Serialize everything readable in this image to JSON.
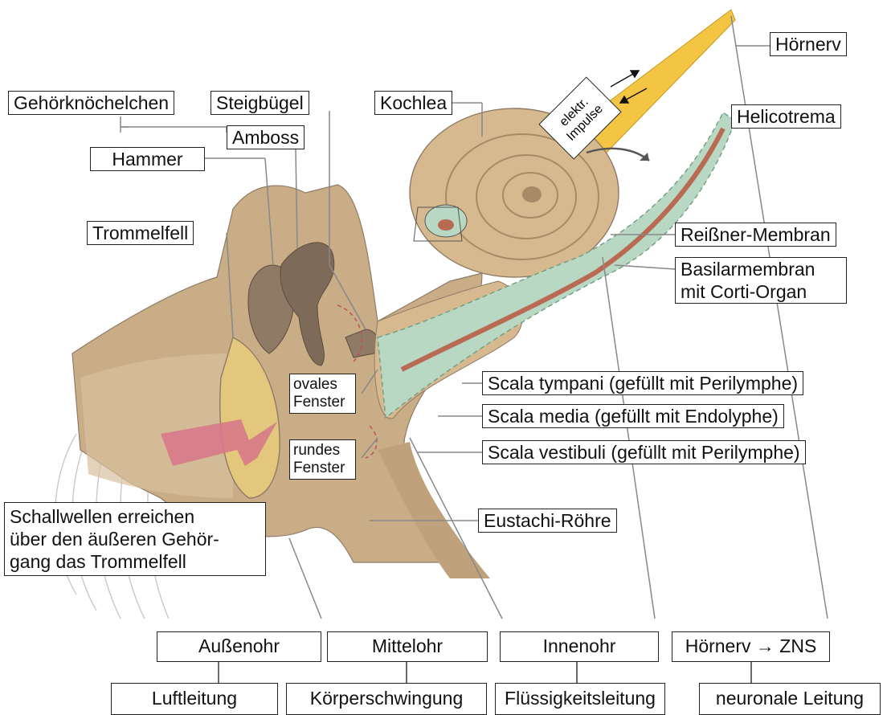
{
  "labels": {
    "hoernerv": "Hörnerv",
    "gehoerknoechelchen": "Gehörknöchelchen",
    "steigbuegel": "Steigbügel",
    "kochlea": "Kochlea",
    "amboss": "Amboss",
    "hammer": "Hammer",
    "helicotrema": "Helicotrema",
    "trommelfell": "Trommelfell",
    "reissner": "Reißner-Membran",
    "basilar_line1": "Basilarmembran",
    "basilar_line2": "mit Corti-Organ",
    "ovales_line1": "ovales",
    "ovales_line2": "Fenster",
    "rundes_line1": "rundes",
    "rundes_line2": "Fenster",
    "scala_tympani": "Scala tympani (gefüllt mit Perilymphe)",
    "scala_media": "Scala media (gefüllt mit Endolyphe)",
    "scala_vestibuli": "Scala vestibuli (gefüllt mit Perilymphe)",
    "eustachi": "Eustachi-Röhre",
    "schall_line1": "Schallwellen erreichen",
    "schall_line2": "über den äußeren Gehör-",
    "schall_line3": "gang das Trommelfell",
    "impulse_line1": "elektr.",
    "impulse_line2": "Impulse"
  },
  "sections": [
    {
      "region": "Außenohr",
      "conduction": "Luftleitung"
    },
    {
      "region": "Mittelohr",
      "conduction": "Körperschwingung"
    },
    {
      "region": "Innenohr",
      "conduction": "Flüssigkeitsleitung"
    },
    {
      "region": "Hörnerv → ZNS",
      "conduction": "neuronale Leitung"
    }
  ],
  "colors": {
    "tissue": "#c9ad86",
    "tissue_dark": "#a88b66",
    "bone": "#8f7a66",
    "tympanum": "#e2c77c",
    "nerve": "#f4c542",
    "fluid": "#b9d8c4",
    "membrane": "#b86a52",
    "arrow": "#d77a8a"
  }
}
